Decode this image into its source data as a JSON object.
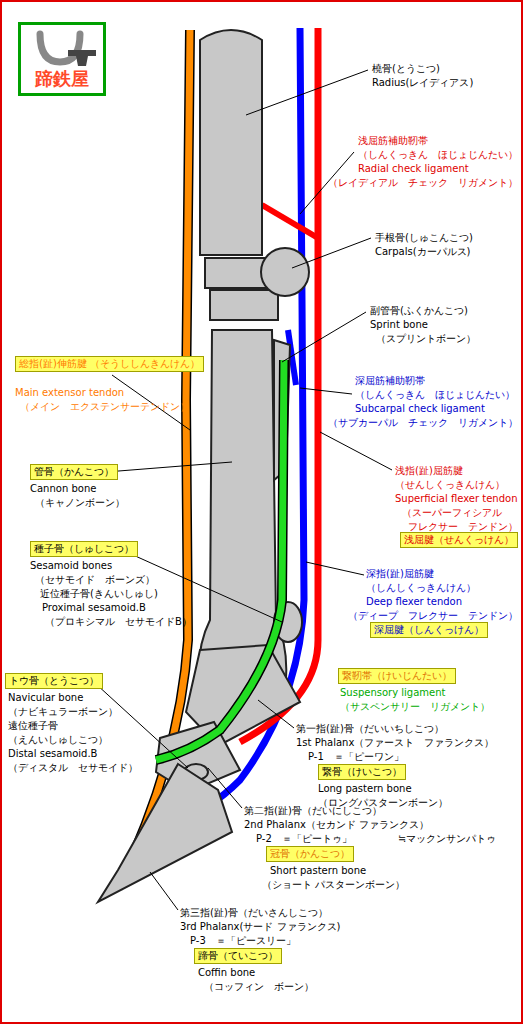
{
  "diagram": {
    "nodes": [
      {
        "text": [
          "蹄鉄屋"
        ]
      },
      {
        "text": [
          "総指(趾)伸筋腱 （そうししんきんけん）"
        ]
      },
      {
        "text": [
          "管骨（かんこつ）"
        ]
      },
      {
        "text": [
          "浅屈腱（せんくっけん）"
        ]
      },
      {
        "text": [
          "種子骨（しゅしこつ）"
        ]
      },
      {
        "text": [
          "深屈腱（しんくっけん）"
        ]
      },
      {
        "text": [
          "繋靭帯（けいじんたい）"
        ]
      },
      {
        "text": [
          "トウ骨（とうこつ）"
        ]
      },
      {
        "text": [
          "繋骨（けいこつ）"
        ]
      },
      {
        "text": [
          "冠骨（かんこつ）"
        ]
      },
      {
        "text": [
          "蹄骨（ていこつ）"
        ]
      }
    ],
    "labels": [
      "橈骨(とうこつ)",
      "Radius(レイディアス)",
      "浅屈筋補助靭帯",
      "（しんくっきん　ほじょじんたい）",
      "Radial check ligament",
      "（レイディアル　チェック　リガメント）",
      "手根骨(しゅこんこつ)",
      "Carpals(カーパルス)",
      "副管骨(ふくかんこつ)",
      "Sprint bone",
      "（スプリントボーン）",
      "Main extensor tendon",
      "（メイン　エクステンサーテンドン）",
      "深屈筋補助靭帯",
      "（しんくっきん　ほじょじんたい）",
      "Subcarpal check ligament",
      "（サブカーパル　チェック　リガメント）",
      "Cannon bone",
      "（キャノンボーン）",
      "浅指(趾)屈筋腱",
      "（せんしくっきんけん）",
      "Superficial flexer tendon",
      "（スーパーフィシアル",
      "フレクサー　テンドン）",
      "Sesamoid bones",
      "（セサモイド　ボーンズ）",
      "近位種子骨(きんいしゅし)",
      "Proximal sesamoid.B",
      "（プロキシマル　セサモイドB）",
      "深指(趾)屈筋腱",
      "（しんしくっきんけん）",
      "Deep flexer tendon",
      "（ディープ　フレクサー　テンドン）",
      "Suspensory ligament",
      "（サスペンサリー　リガメント）",
      "Navicular bone",
      "（ナビキュラーボーン）",
      "遠位種子骨",
      "（えんいしゅしこつ）",
      "Distal sesamoid.B",
      "（ディスタル　セサモイド）",
      "第一指(趾)骨（だいいちしこつ）",
      "1st Phalanx（ファースト　ファランクス）",
      "P-1　＝「ピーワン」",
      "Long pastern bone",
      "（ロングパスターンボーン）",
      "第二指(趾)骨（だいにしこつ）",
      "2nd Phalanx（セカンド ファランクス）",
      "P-2　＝「ピートゥ」",
      "≒マックンサンパトゥ",
      "Short pastern bone",
      "（ショート パスターンボーン）",
      "第三指(趾)骨（だいさんしこつ）",
      "3rd Phalanx(サード ファランクス)",
      "P-3　＝「ピースリー」",
      "Coffin bone",
      "（コッフィン　ボーン）"
    ]
  }
}
